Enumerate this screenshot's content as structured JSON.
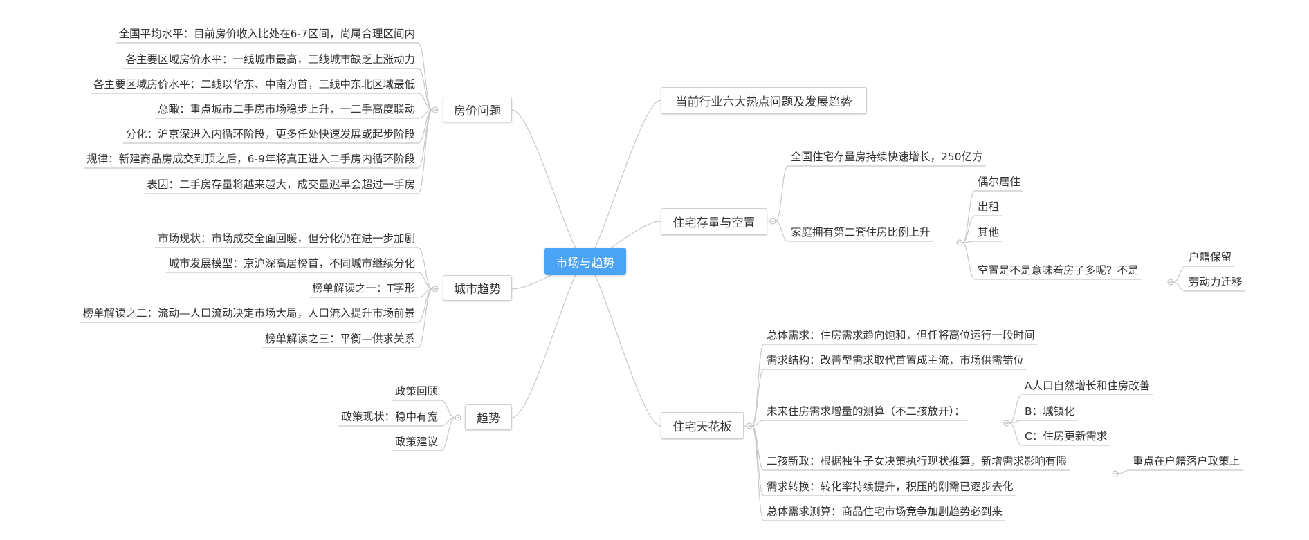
{
  "root": {
    "label": "市场与趋势"
  },
  "branches": {
    "house_price": {
      "label": "房价问题",
      "items": [
        "全国平均水平：目前房价收入比处在6-7区间，尚属合理区间内",
        "各主要区域房价水平：一线城市最高，三线城市缺乏上涨动力",
        "各主要区域房价水平：二线以华东、中南为首，三线中东北区域最低",
        "总瞰：重点城市二手房市场稳步上升，一二手高度联动",
        "分化：沪京深进入内循环阶段，更多任处快速发展或起步阶段",
        "规律：新建商品房成交到顶之后，6-9年将真正进入二手房内循环阶段",
        "表因：二手房存量将越来越大，成交量迟早会超过一手房"
      ]
    },
    "city_trend": {
      "label": "城市趋势",
      "items": [
        "市场现状：市场成交全面回暖，但分化仍在进一步加剧",
        "城市发展模型：京沪深高居榜首，不同城市继续分化",
        "榜单解读之一：T字形",
        "榜单解读之二：流动—人口流动决定市场大局，人口流入提升市场前景",
        "榜单解读之三：平衡—供求关系"
      ]
    },
    "trend": {
      "label": "趋势",
      "items": [
        "政策回顾",
        "政策现状：稳中有宽",
        "政策建议"
      ]
    },
    "hot_issues": {
      "label": "当前行业六大热点问题及发展趋势"
    },
    "stock_vacancy": {
      "label": "住宅存量与空置",
      "item1": "全国住宅存量房持续快速增长，250亿方",
      "item2": "家庭拥有第二套住房比例上升",
      "item2_children": [
        "偶尔居住",
        "出租",
        "其他"
      ],
      "vacancy_question": "空置是不是意味着房子多呢？不是",
      "vacancy_reasons": [
        "户籍保留",
        "劳动力迁移"
      ]
    },
    "ceiling": {
      "label": "住宅天花板",
      "items": [
        "总体需求：住房需求趋向饱和，但任将高位运行一段时间",
        "需求结构：改善型需求取代首置成主流，市场供需错位",
        "未来住房需求增量的测算（不二孩放开）：",
        "二孩新政：根据独生子女决策执行现状推算，新增需求影响有限",
        "需求转换：转化率持续提升，积压的刚需已逐步去化",
        "总体需求测算：商品住宅市场竞争加剧趋势必到来"
      ],
      "estimate_children": [
        "A人口自然增长和住房改善",
        "B：城镇化",
        "C：住房更新需求"
      ],
      "two_child_note": "重点在户籍落户政策上"
    }
  },
  "colors": {
    "root": "#4aa3f5",
    "line": "#c8c8c8",
    "text": "#333333"
  }
}
